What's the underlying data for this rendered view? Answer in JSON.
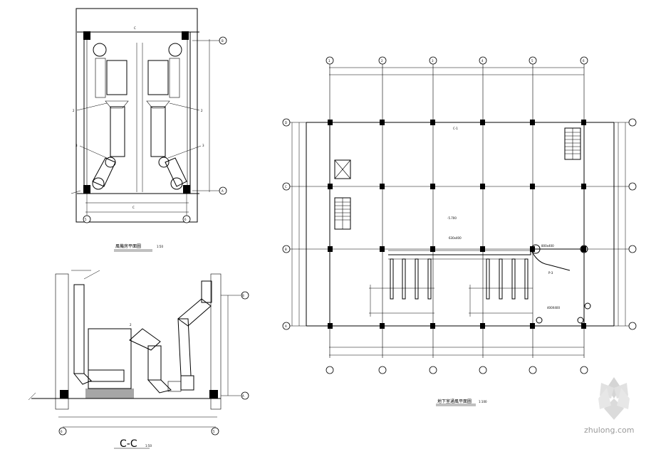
{
  "fan_plan": {
    "title": "風機房平面圖",
    "scale": "1:50",
    "label_c_top": "C",
    "label_c_bottom": "C",
    "leader_2_left": "2",
    "leader_2_right": "2",
    "leader_3_left": "3",
    "leader_3_right": "3",
    "bubble_b": "B",
    "bubble_a": "A",
    "bubble_5": "5",
    "bubble_6": "6"
  },
  "section": {
    "title": "C-C",
    "scale": "1:50",
    "leader_2": "2",
    "bubble_b": "B",
    "bubble_a": "A",
    "bubble_6": "6",
    "bubble_5": "5"
  },
  "floor_plan": {
    "title": "地下室通風平面圖",
    "scale": "1:100",
    "beam_c1": "C-1",
    "elevation": "-5.700",
    "duct_size": "800x400",
    "fan_tag": "P-3",
    "outlet_size": "400X400",
    "branch_size": "630x400",
    "grid_numbers": [
      "1",
      "2",
      "3",
      "4",
      "5",
      "6"
    ],
    "grid_letters": [
      "D",
      "C",
      "B",
      "A"
    ]
  },
  "watermark": "zhulong.com"
}
